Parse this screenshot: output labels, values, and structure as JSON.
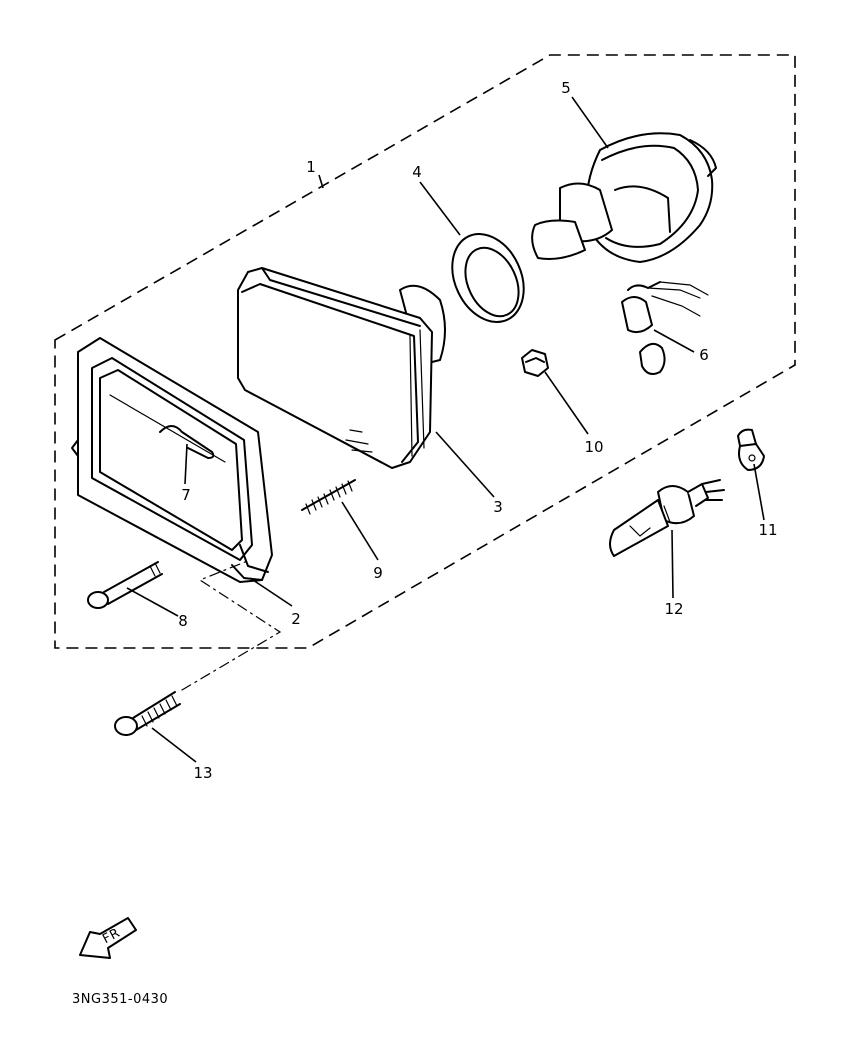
{
  "diagram": {
    "callouts": [
      {
        "id": "1",
        "text": "1"
      },
      {
        "id": "2",
        "text": "2"
      },
      {
        "id": "3",
        "text": "3"
      },
      {
        "id": "4",
        "text": "4"
      },
      {
        "id": "5",
        "text": "5"
      },
      {
        "id": "6",
        "text": "6"
      },
      {
        "id": "7",
        "text": "7"
      },
      {
        "id": "8",
        "text": "8"
      },
      {
        "id": "9",
        "text": "9"
      },
      {
        "id": "10",
        "text": "10"
      },
      {
        "id": "11",
        "text": "11"
      },
      {
        "id": "12",
        "text": "12"
      },
      {
        "id": "13",
        "text": "13"
      }
    ],
    "front_arrow_text": "FR",
    "drawing_code": "3NG351-0430"
  }
}
